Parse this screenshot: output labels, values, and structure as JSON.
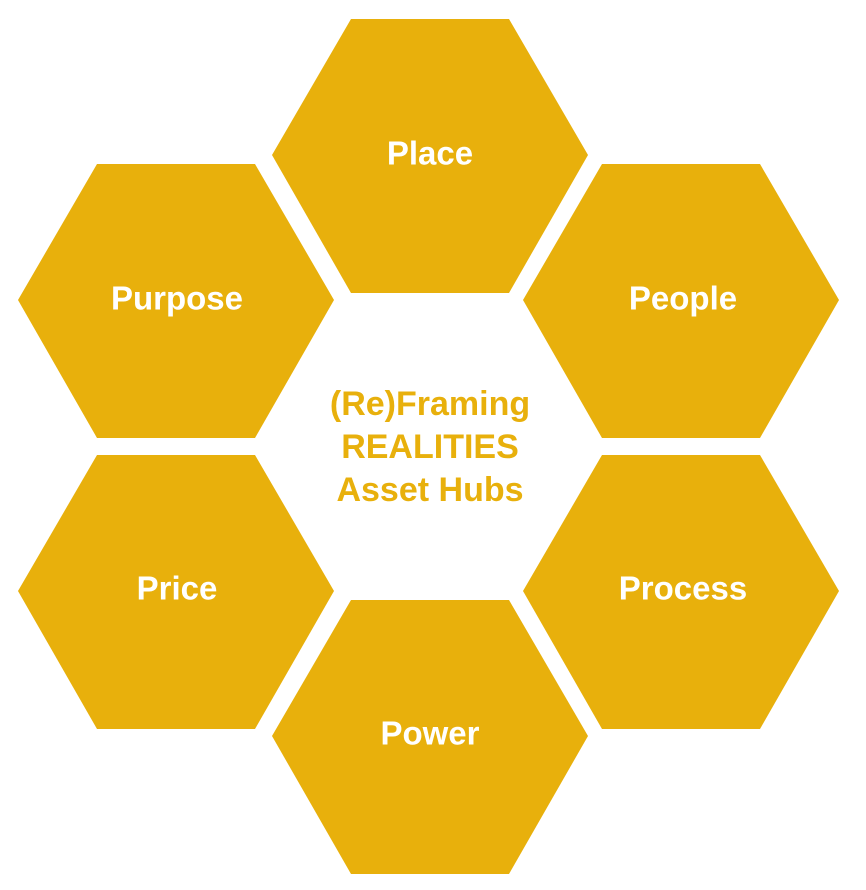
{
  "colors": {
    "hexagon_fill": "#E8B00C",
    "hexagon_text": "#FFFFFF",
    "center_text": "#E8B00C",
    "background": "#FFFFFF"
  },
  "center": {
    "line1": "(Re)Framing",
    "line2": "REALITIES",
    "line3": "Asset Hubs"
  },
  "hexagons": [
    {
      "label": "Place"
    },
    {
      "label": "People"
    },
    {
      "label": "Process"
    },
    {
      "label": "Power"
    },
    {
      "label": "Price"
    },
    {
      "label": "Purpose"
    }
  ]
}
